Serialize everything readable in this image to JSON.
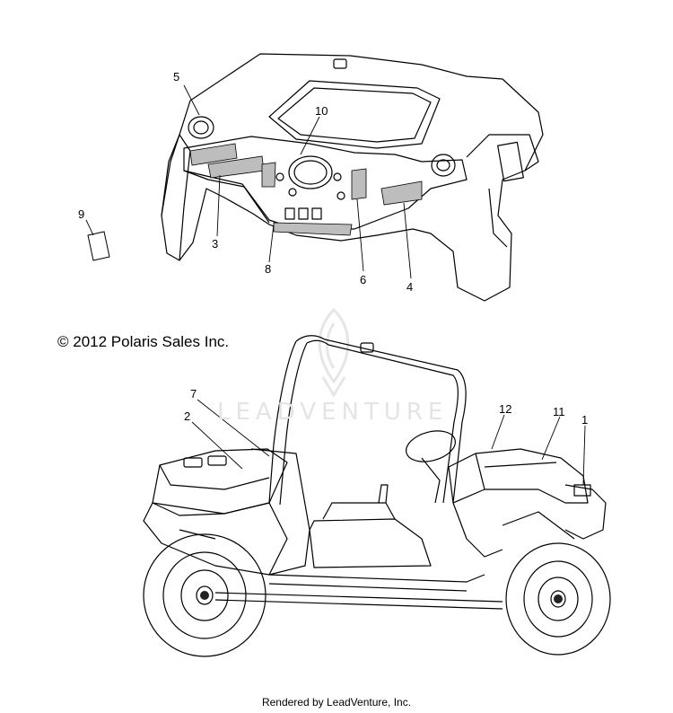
{
  "copyright": "© 2012 Polaris Sales Inc.",
  "footer": "Rendered by LeadVenture, Inc.",
  "watermark": {
    "brand": "LEADVENTURE"
  },
  "callouts": {
    "c1": "1",
    "c2": "2",
    "c3": "3",
    "c4": "4",
    "c5": "5",
    "c6": "6",
    "c7": "7",
    "c8": "8",
    "c9": "9",
    "c10": "10",
    "c11": "11",
    "c12": "12"
  }
}
